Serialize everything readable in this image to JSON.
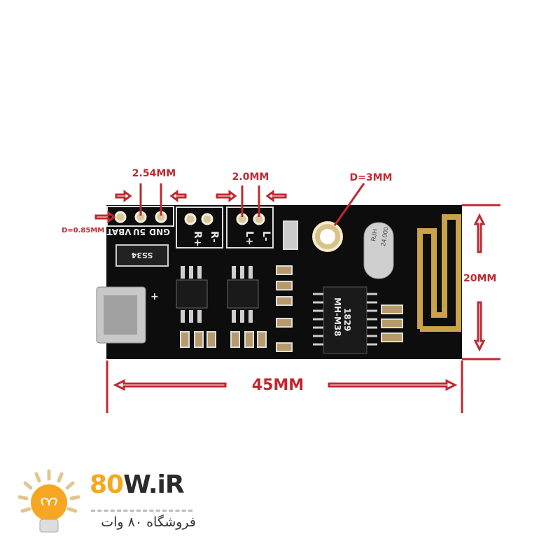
{
  "dimensions": {
    "pin_pitch_power": "2.54MM",
    "pin_pitch_audio": "2.0MM",
    "mount_hole": "D=3MM",
    "pin_hole": "D=0.85MM",
    "width": "20MM",
    "length": "45MM"
  },
  "silkscreen": {
    "pins": [
      "GND",
      "5U",
      "VBAT"
    ],
    "right_channel": [
      "R+",
      "R-"
    ],
    "left_channel": [
      "L+",
      "L-"
    ],
    "diode": "SS34",
    "chip_line1": "MH-M38",
    "chip_line2": "1829",
    "crystal_line1": "RJH",
    "crystal_line2": "24.000",
    "usb_plus": "+"
  },
  "logo": {
    "brand_num": "80",
    "brand_rest": "W.iR",
    "tagline": "فروشگاه ۸۰ وات"
  },
  "colors": {
    "dimension": "#c0282f",
    "board": "#0d0d0d",
    "logo_accent": "#f3a81d"
  }
}
